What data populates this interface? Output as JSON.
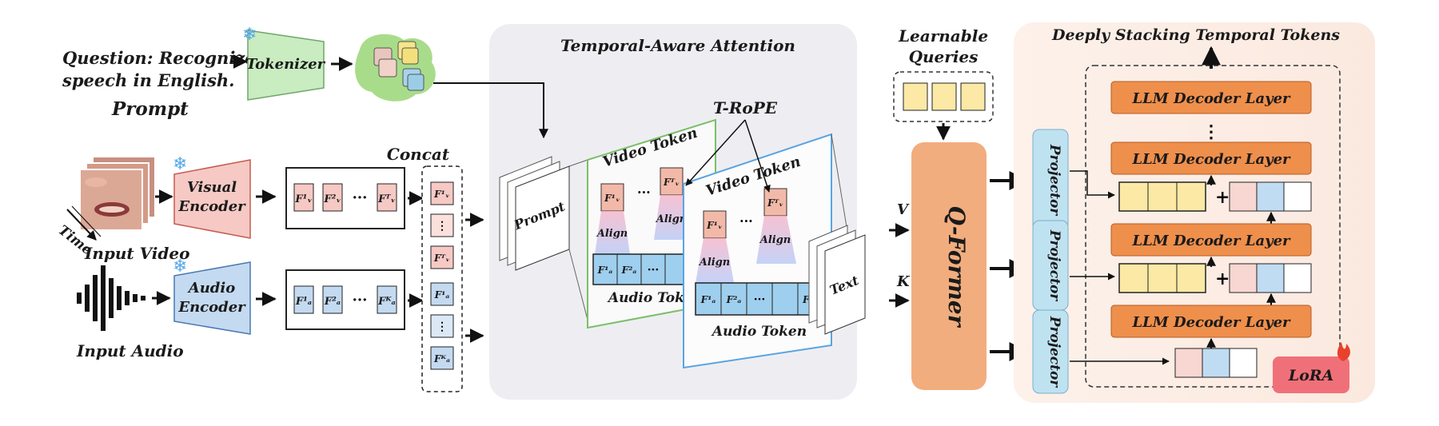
{
  "prompt": {
    "question_line1": "Question: Recognize this",
    "question_line2": "speech in English.",
    "title": "Prompt"
  },
  "tokenizer": "Tokenizer",
  "visual_encoder": [
    "Visual",
    "Encoder"
  ],
  "audio_encoder": [
    "Audio",
    "Encoder"
  ],
  "input_video": "Input Video",
  "input_audio": "Input Audio",
  "time": "Time",
  "concat": "Concat",
  "temporal_attention": {
    "title": "Temporal-Aware Attention",
    "trope": "T-RoPE",
    "prompt_card": "Prompt",
    "text_card": "Text",
    "video_token": "Video Token",
    "audio_token": "Audio Token",
    "align": "Align"
  },
  "learnable_queries": [
    "Learnable",
    "Queries"
  ],
  "qformer": "Q-Former",
  "v_label": "V",
  "k_label": "K",
  "projector": "Projector",
  "stacking": {
    "title": "Deeply Stacking Temporal Tokens",
    "decoder_layer": "LLM Decoder Layer",
    "lora": "LoRA"
  },
  "colors": {
    "tokenizer": "#c9ecc0",
    "visual": "#f6c9c4",
    "audio": "#c4daf1",
    "token_pink": "#f3b9a8",
    "token_blue": "#9fcfee",
    "query": "#fbe9a5",
    "qformer": "#f2ad7e",
    "projector": "#bfe2f1",
    "decoder": "#ef8f4c",
    "lora": "#f07079",
    "panel_gray": "#eeeef2",
    "panel_peach": "#fcefe8"
  }
}
